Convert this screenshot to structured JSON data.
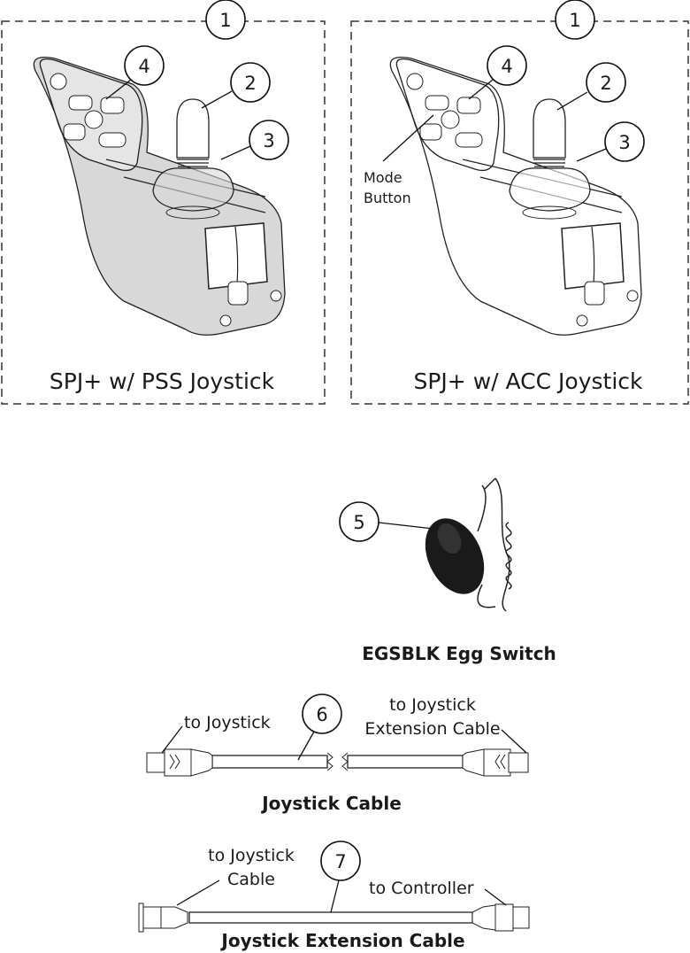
{
  "figures": {
    "pss": {
      "callouts": [
        "1",
        "4",
        "2",
        "3"
      ],
      "title": "SPJ+ w/ PSS Joystick"
    },
    "acc": {
      "callouts": [
        "1",
        "4",
        "2",
        "3"
      ],
      "title": "SPJ+ w/ ACC Joystick",
      "mode_label_1": "Mode",
      "mode_label_2": "Button"
    },
    "egg": {
      "callout": "5",
      "title": "EGSBLK Egg Switch"
    },
    "joystick_cable": {
      "callout": "6",
      "left_label": "to Joystick",
      "right_label_1": "to Joystick",
      "right_label_2": "Extension Cable",
      "title": "Joystick Cable"
    },
    "extension_cable": {
      "callout": "7",
      "left_label_1": "to Joystick",
      "left_label_2": "Cable",
      "right_label": "to Controller",
      "title": "Joystick Extension Cable"
    }
  },
  "colors": {
    "line": "#222222",
    "pss_fill": "#d8d8d8",
    "egg": "#1a1a1a"
  }
}
